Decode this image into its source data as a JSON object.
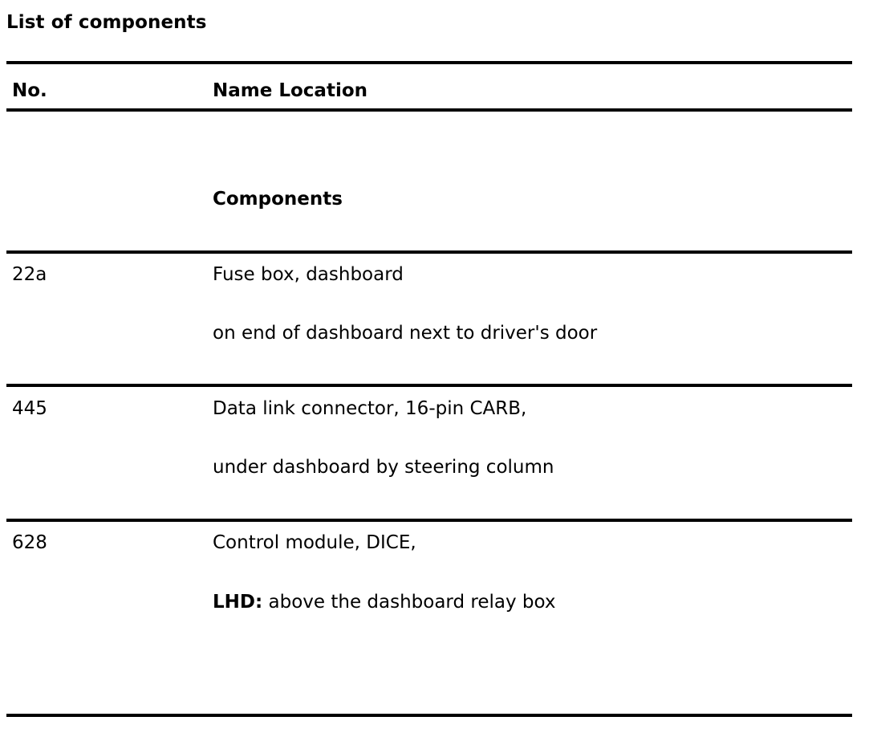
{
  "document": {
    "title": "List of components"
  },
  "table": {
    "columns": [
      {
        "key": "no",
        "header": "No."
      },
      {
        "key": "name",
        "header": "Name Location"
      }
    ],
    "section_header": "Components",
    "rows": [
      {
        "no": "22a",
        "name": "Fuse box, dashboard",
        "location": "on end of dashboard next to driver's door",
        "location_prefix": "",
        "location_rest": "on end of dashboard next to driver's door"
      },
      {
        "no": "445",
        "name": "Data link connector, 16-pin CARB,",
        "location": "under dashboard by steering column",
        "location_prefix": "",
        "location_rest": "under dashboard by steering column"
      },
      {
        "no": "628",
        "name": "Control module, DICE,",
        "location": "LHD: above the dashboard relay box",
        "location_prefix": "LHD:",
        "location_rest": " above the dashboard relay box"
      }
    ]
  },
  "style": {
    "text_color": "#000000",
    "background_color": "#ffffff",
    "rule_color": "#000000"
  }
}
